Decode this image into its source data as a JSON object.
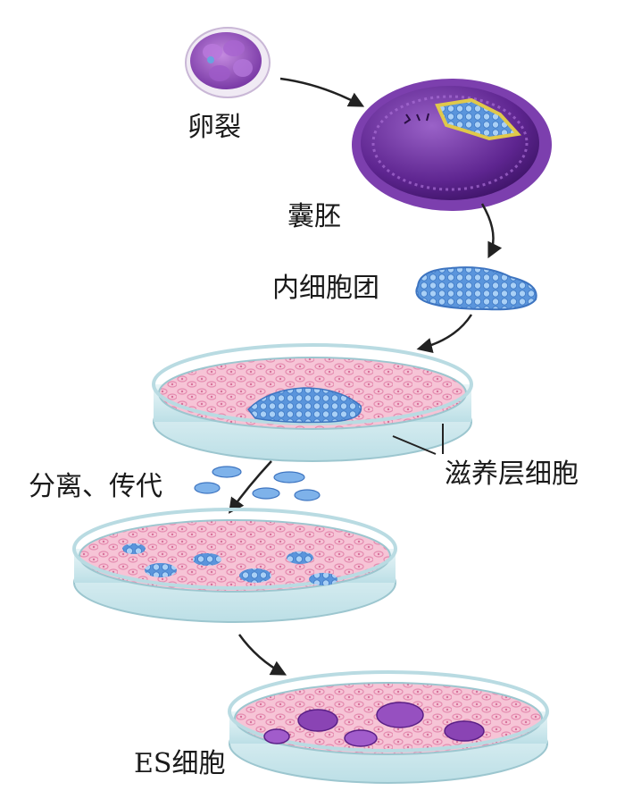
{
  "labels": {
    "cleavage": "卵裂",
    "blastocyst": "囊胚",
    "inner_cell_mass": "内细胞团",
    "isolation_passage": "分离、传代",
    "feeder_cells": "滋养层细胞",
    "es_cells": "ES细胞"
  },
  "colors": {
    "blastomere_purple": "#9a4fc0",
    "blastocyst_purple": "#6a2a9a",
    "inner_mass_blue": "#4f8fd8",
    "feeder_pink": "#f3b6cc",
    "dish_glass": "#cfe8ec",
    "es_colony_purple": "#8a44b4",
    "arrow": "#222222"
  }
}
